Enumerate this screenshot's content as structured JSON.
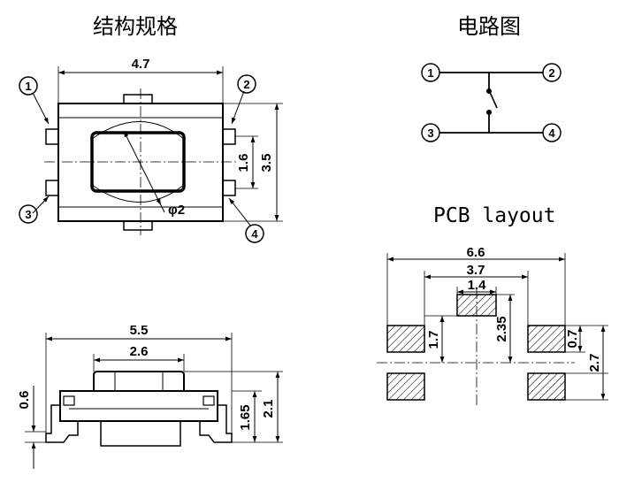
{
  "titles": {
    "structure": "结构规格",
    "circuit": "电路图",
    "pcb": "PCB layout"
  },
  "top_view": {
    "width": "4.7",
    "pitch": "1.6",
    "height": "3.5",
    "actuator_diameter": "φ2",
    "pins": [
      "1",
      "2",
      "3",
      "4"
    ]
  },
  "side_view": {
    "total_width": "5.5",
    "actuator_width": "2.6",
    "lead_height": "0.6",
    "body_height": "1.65",
    "total_height": "2.1"
  },
  "circuit": {
    "pins": [
      "1",
      "2",
      "3",
      "4"
    ]
  },
  "pcb_layout": {
    "outer_width": "6.6",
    "inner_width": "3.7",
    "pad_width": "1.4",
    "inner_pad_height": "1.7",
    "pad_span": "2.35",
    "pad_height": "0.7",
    "pad_pitch": "2.7"
  }
}
